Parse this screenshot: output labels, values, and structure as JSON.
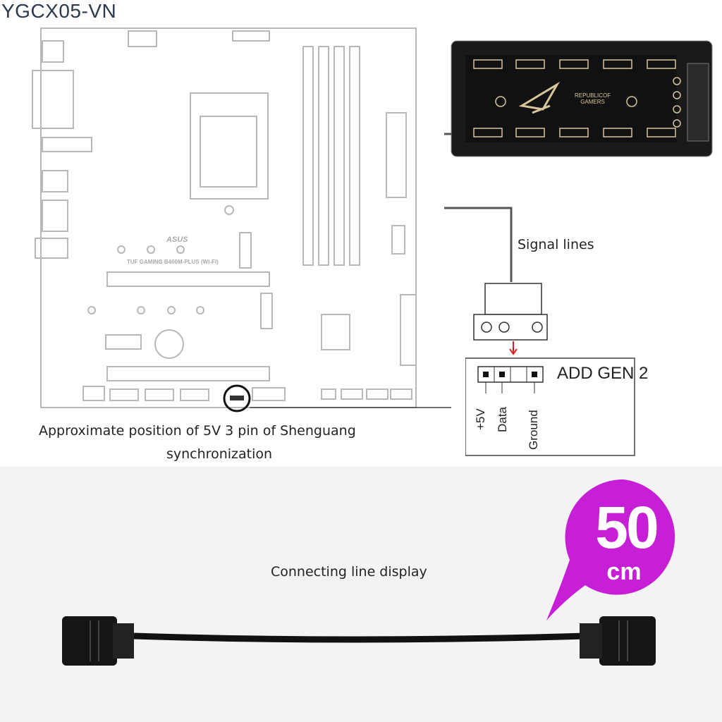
{
  "header": {
    "title": "YGCX05-VN"
  },
  "motherboard": {
    "brand": "ASUS",
    "model": "TUF GAMING B460M-PLUS (WI-FI)"
  },
  "hub": {
    "logo_text_line1": "REPUBLICOF",
    "logo_text_line2": "GAMERS"
  },
  "signal_label": "Signal lines",
  "connector": {
    "title": "ADD GEN 2",
    "pins": [
      "+5V",
      "Data",
      "Ground"
    ],
    "arrow_color": "#e02020"
  },
  "caption": {
    "line1": "Approximate position of 5V 3 pin of Shenguang",
    "line2": "synchronization"
  },
  "cable": {
    "label": "Connecting line display",
    "length_value": "50",
    "length_unit": "cm",
    "badge_color": "#c61fd6"
  }
}
